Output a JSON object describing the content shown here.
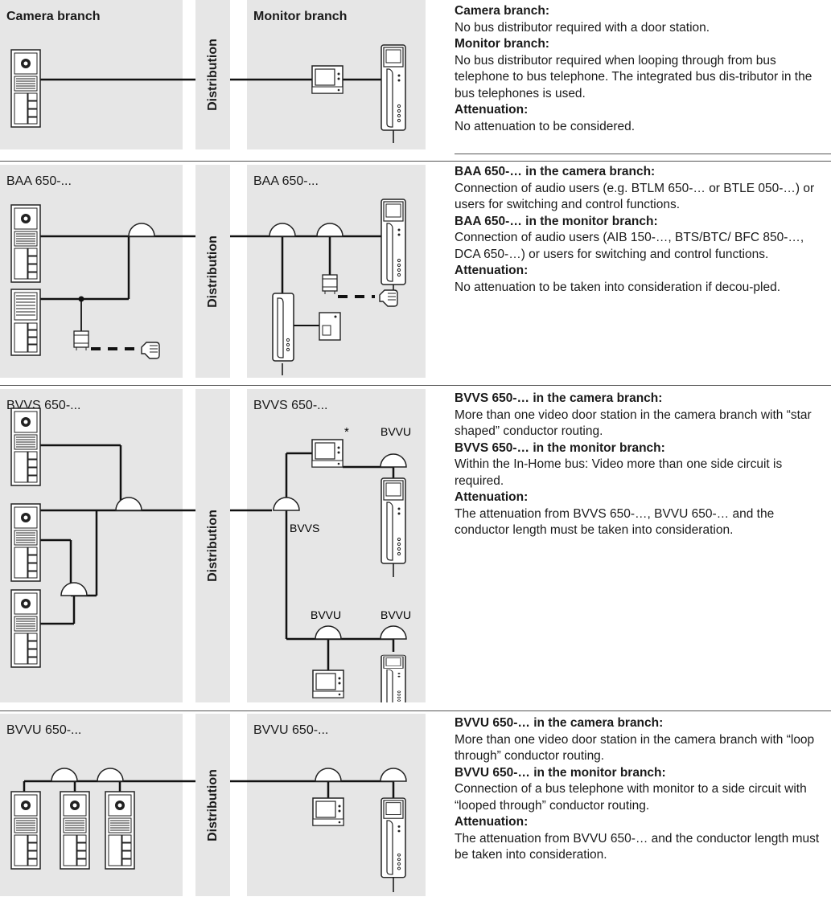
{
  "rows": [
    {
      "camera_label": "Camera branch",
      "distribution_label": "Distribution",
      "monitor_label": "Monitor branch",
      "text": [
        {
          "h": "Camera branch:",
          "p": "No bus distributor required with a door station."
        },
        {
          "h": "Monitor branch:",
          "p": "No bus distributor required when looping through from bus telephone to bus telephone. The integrated bus dis-tributor in the bus telephones is used."
        },
        {
          "h": "Attenuation:",
          "p": "No attenuation to be considered."
        }
      ]
    },
    {
      "camera_label": "BAA 650-...",
      "distribution_label": "Distribution",
      "monitor_label": "BAA 650-...",
      "text": [
        {
          "h": "BAA 650-… in the camera branch:",
          "p": "Connection of audio users (e.g. BTLM 650-… or BTLE 050-…) or users for switching and control functions."
        },
        {
          "h": "BAA 650-… in the monitor branch:",
          "p": "Connection of audio users (AIB 150-…, BTS/BTC/ BFC 850-…, DCA 650-…) or users for switching and control functions."
        },
        {
          "h": "Attenuation:",
          "p": "No attenuation to be taken into consideration if decou-pled."
        }
      ]
    },
    {
      "camera_label": "BVVS 650-...",
      "distribution_label": "Distribution",
      "monitor_label": "BVVS 650-...",
      "diagram_labels": {
        "bvvu_top": "BVVU",
        "bvvs": "BVVS",
        "bvvu_left": "BVVU",
        "bvvu_right": "BVVU",
        "star": "*"
      },
      "text": [
        {
          "h": "BVVS 650-… in the camera branch:",
          "p": "More than one video door station in the camera branch with “star shaped” conductor routing."
        },
        {
          "h": "BVVS 650-… in the monitor branch:",
          "p": "Within the In-Home bus: Video more than one side circuit is required."
        },
        {
          "h": "Attenuation:",
          "p": "The attenuation from BVVS 650-…, BVVU 650-… and the conductor length must be taken into consideration."
        }
      ]
    },
    {
      "camera_label": "BVVU 650-...",
      "distribution_label": "Distribution",
      "monitor_label": "BVVU 650-...",
      "text": [
        {
          "h": "BVVU 650-… in the camera branch:",
          "p": "More than one video door station in the camera branch with “loop through” conductor routing."
        },
        {
          "h": "BVVU 650-… in the monitor branch:",
          "p": "Connection of a bus telephone with monitor to a side circuit with “looped through” conductor routing."
        },
        {
          "h": "Attenuation:",
          "p": "The attenuation from BVVU 650-… and the conductor length must be taken into consideration."
        }
      ]
    }
  ]
}
